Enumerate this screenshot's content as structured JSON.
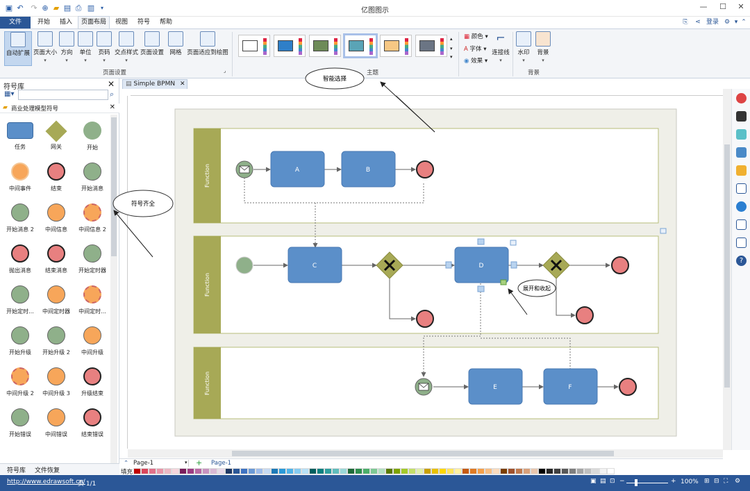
{
  "app": {
    "title": "亿图图示"
  },
  "menu": {
    "file": "文件",
    "items": [
      "开始",
      "插入",
      "页面布局",
      "视图",
      "符号",
      "帮助"
    ],
    "login": "登录"
  },
  "ribbon": {
    "page_setup": {
      "buttons": [
        "自动扩展",
        "页面大小",
        "方向",
        "单位",
        "页码",
        "交点样式",
        "页面设置",
        "网格",
        "页面适应到绘图"
      ],
      "group_label": "页面设置"
    },
    "theme": {
      "group_label": "主题"
    },
    "format": {
      "color": "颜色",
      "font": "字体",
      "effect": "效果",
      "connector": "连接线"
    },
    "background": {
      "watermark": "水印",
      "background": "背景",
      "group_label": "背景"
    }
  },
  "left_panel": {
    "title": "符号库",
    "library_name": "商业处理模型符号",
    "symbols": [
      {
        "label": "任务",
        "icon": "task-shape"
      },
      {
        "label": "网关",
        "icon": "gateway-shape"
      },
      {
        "label": "开始",
        "icon": "start-event-shape"
      },
      {
        "label": "中间事件",
        "icon": "intermediate-event-shape"
      },
      {
        "label": "结束",
        "icon": "end-event-shape"
      },
      {
        "label": "开始消息",
        "icon": "start-message-shape"
      },
      {
        "label": "开始消息 2",
        "icon": "start-message-2-shape"
      },
      {
        "label": "中间信息",
        "icon": "intermediate-message-shape"
      },
      {
        "label": "中间信息 2",
        "icon": "intermediate-message-2-shape"
      },
      {
        "label": "抛出消息",
        "icon": "throw-message-shape"
      },
      {
        "label": "结束消息",
        "icon": "end-message-shape"
      },
      {
        "label": "开始定时器",
        "icon": "start-timer-shape"
      },
      {
        "label": "开始定时...",
        "icon": "start-timer-2-shape"
      },
      {
        "label": "中间定时器",
        "icon": "intermediate-timer-shape"
      },
      {
        "label": "中间定时...",
        "icon": "intermediate-timer-2-shape"
      },
      {
        "label": "开始升级",
        "icon": "start-escalation-shape"
      },
      {
        "label": "开始升级 2",
        "icon": "start-escalation-2-shape"
      },
      {
        "label": "中间升级",
        "icon": "intermediate-escalation-shape"
      },
      {
        "label": "中间升级 2",
        "icon": "intermediate-escalation-2-shape"
      },
      {
        "label": "中间升级 3",
        "icon": "intermediate-escalation-3-shape"
      },
      {
        "label": "升级结束",
        "icon": "end-escalation-shape"
      },
      {
        "label": "开始错误",
        "icon": "start-error-shape"
      },
      {
        "label": "中间错误",
        "icon": "intermediate-error-shape"
      },
      {
        "label": "结束错误",
        "icon": "end-error-shape"
      }
    ],
    "tabs": [
      "符号库",
      "文件恢复"
    ]
  },
  "document": {
    "tab": "Simple BPMN"
  },
  "diagram": {
    "lanes": [
      "Function",
      "Function",
      "Function"
    ],
    "tasks": [
      "A",
      "B",
      "C",
      "D",
      "E",
      "F"
    ]
  },
  "callouts": {
    "smart_select": "智能选择",
    "symbols_complete": "符号齐全",
    "expand_collapse": "展开和收起"
  },
  "pagebar": {
    "page_selector": "Page-1",
    "active_page": "Page-1"
  },
  "palette": {
    "label": "填充"
  },
  "status": {
    "url": "http://www.edrawsoft.cn/",
    "page": "页 1/1",
    "zoom": "100%"
  },
  "colors": {
    "accent": "#2b5797",
    "task": "#5b8fc9",
    "lane": "#a7a956",
    "end": "#e88080",
    "start": "#8fb08a"
  }
}
